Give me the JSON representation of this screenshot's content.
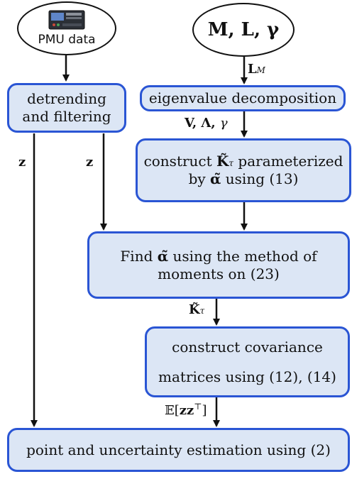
{
  "nodes": {
    "pmu": {
      "label": "PMU data"
    },
    "inputs": {
      "label": "M, L, γ"
    },
    "detrend": {
      "line1": "detrending",
      "line2": "and filtering"
    },
    "eigen": {
      "label": "eigenvalue decomposition"
    },
    "construct_k": {
      "line1_pre": "construct ",
      "line1_sym": "K̃",
      "line1_sub": "τ",
      "line1_post": " parameterized",
      "line2_pre": "by ",
      "line2_sym": "α̃",
      "line2_post": " using (13)"
    },
    "find_alpha": {
      "line1_pre": "Find ",
      "line1_sym": "α̃",
      "line1_post": " using the method of",
      "line2": "moments on (23)"
    },
    "covariance": {
      "line1": "construct covariance",
      "line2": "matrices using (12), (14)"
    },
    "estimation": {
      "label": "point and uncertainty estimation using (2)"
    }
  },
  "edge_labels": {
    "lm": {
      "sym": "L",
      "sub": "M"
    },
    "vlg": {
      "v": "V",
      "lambda": "Λ",
      "gamma": "γ"
    },
    "z_left": "z",
    "z_mid": "z",
    "k_tau": {
      "sym": "K̃",
      "sub": "τ"
    },
    "expect": {
      "pre": "𝔼[",
      "sym": "zz",
      "sup": "⊤",
      "post": "]"
    }
  },
  "colors": {
    "box_fill": "#dce6f5",
    "box_border": "#2a55d4",
    "arrow": "#111111"
  }
}
